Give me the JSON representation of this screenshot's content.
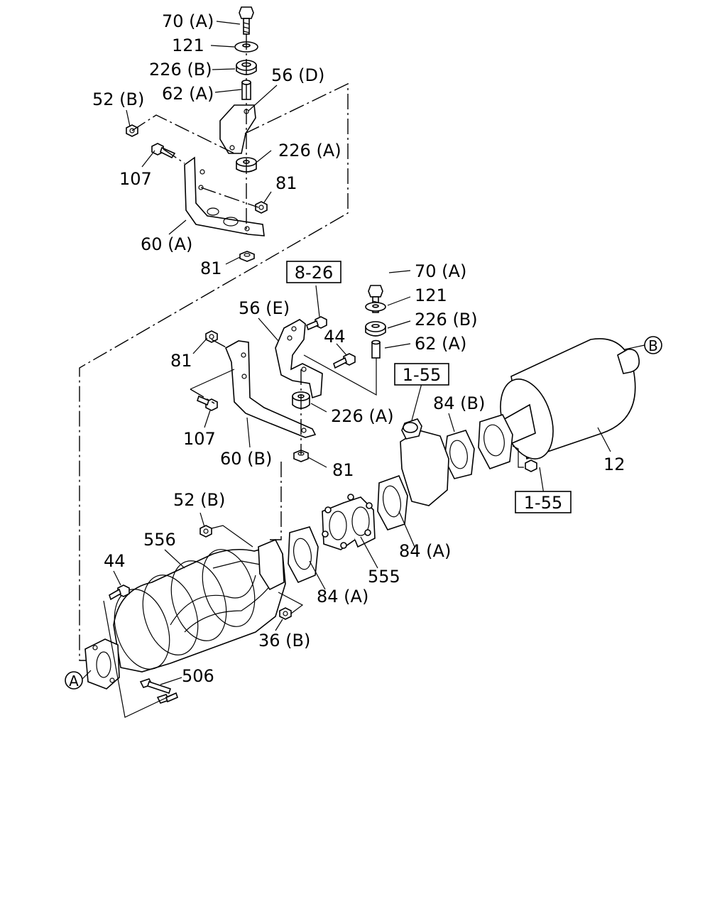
{
  "labels": {
    "bolt_top": "70 (A)",
    "washer_top": "121",
    "rubber_b_top": "226 (B)",
    "collar_top": "62 (A)",
    "bracket_d": "56 (D)",
    "nut_52b_top": "52 (B)",
    "rubber_a_top": "226 (A)",
    "bolt_107_top": "107",
    "nut_81_mid_top": "81",
    "bracket_60a": "60 (A)",
    "nut_81_bottom_top": "81",
    "ref_8_26": "8-26",
    "bracket_e": "56 (E)",
    "bolt_44_mid": "44",
    "nut_81_left": "81",
    "bolt_107_mid": "107",
    "bracket_60b": "60 (B)",
    "rubber_a_mid": "226 (A)",
    "nut_81_mid": "81",
    "bolt_right": "70 (A)",
    "washer_right": "121",
    "rubber_b_right": "226 (B)",
    "collar_right": "62 (A)",
    "ref_1_55_top": "1-55",
    "gasket_84b": "84 (B)",
    "muffler": "12",
    "ref_1_55_bottom": "1-55",
    "nut_52b_low": "52 (B)",
    "converter": "556",
    "bolt_44_low": "44",
    "flange_555": "555",
    "gasket_84a_right": "84 (A)",
    "gasket_84a_left": "84 (A)",
    "nut_36b": "36 (B)",
    "bolt_506": "506",
    "callout_a": "A",
    "callout_b": "B"
  }
}
